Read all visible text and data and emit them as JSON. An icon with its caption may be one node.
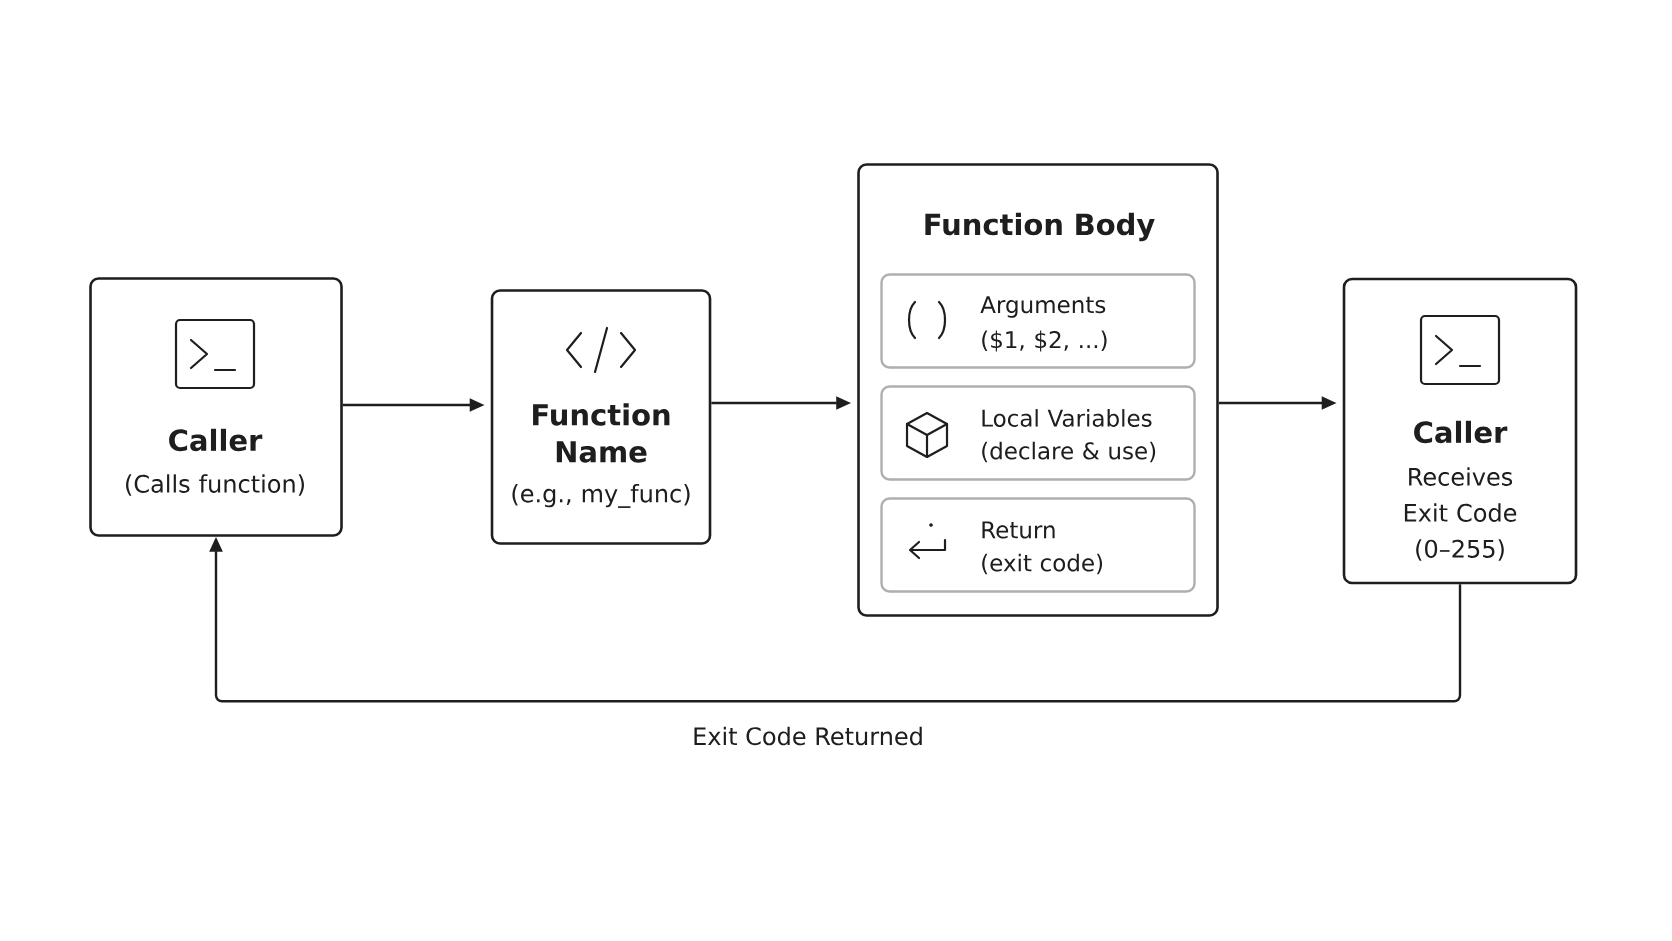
{
  "diagram": {
    "nodes": [
      {
        "text": [
          "Caller",
          "(Calls function)"
        ]
      },
      {
        "text": [
          "Function Name",
          "(e.g., my_func)"
        ]
      },
      {
        "text": [
          "Function Body"
        ]
      },
      {
        "text": [
          "Arguments",
          "($1, $2, ...)"
        ],
        "in": 2
      },
      {
        "text": [
          "Local Variables",
          "(declare & use)"
        ],
        "in": 2
      },
      {
        "text": [
          "Return",
          "(exit code)"
        ],
        "in": 2
      },
      {
        "text": [
          "Caller",
          "Receives Exit Code (0–255)"
        ]
      }
    ],
    "edges": [
      {
        "from": 0,
        "to": 1,
        "arrow": "to"
      },
      {
        "from": 1,
        "to": 2,
        "arrow": "to"
      },
      {
        "from": 2,
        "to": 6,
        "arrow": "to"
      },
      {
        "from": 6,
        "to": 0,
        "arrow": "to",
        "label": "Exit Code Returned"
      }
    ]
  }
}
